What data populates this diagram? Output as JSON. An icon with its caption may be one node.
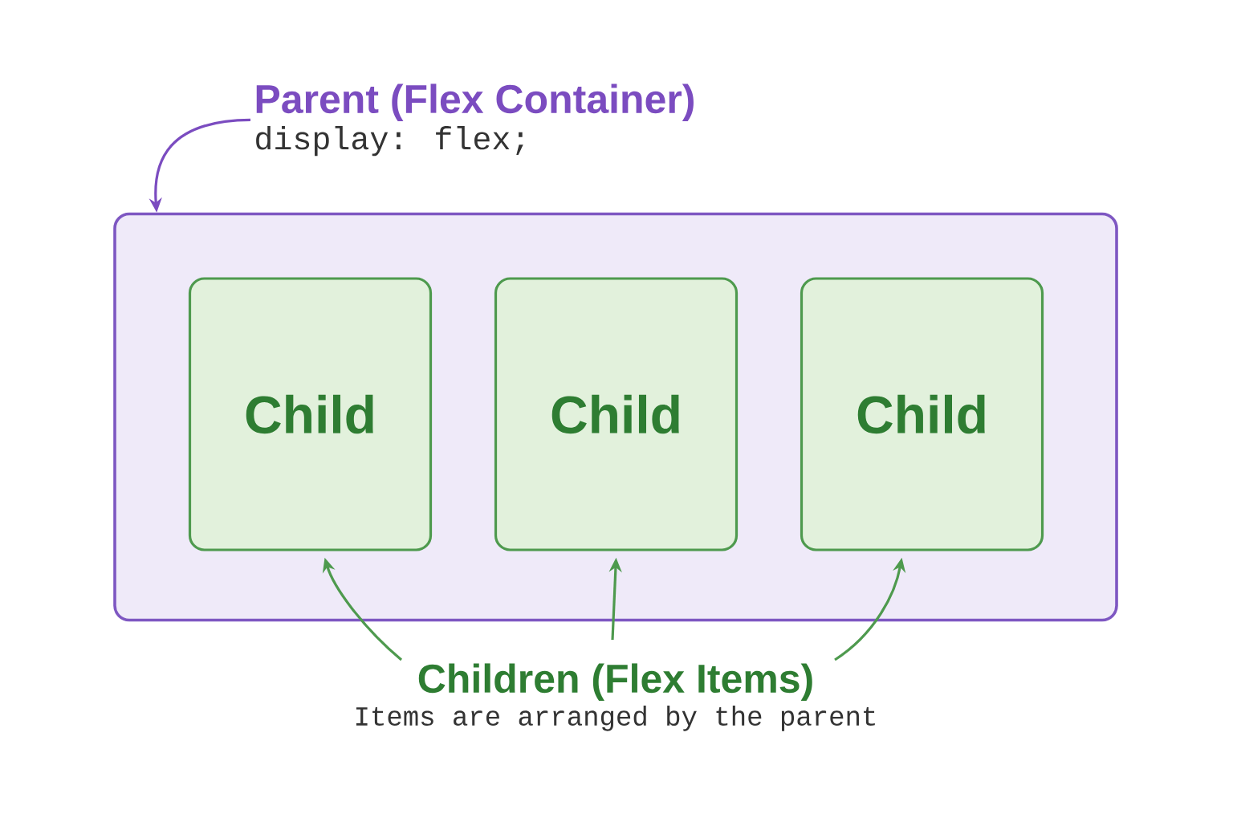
{
  "diagram": {
    "nodes": [
      {
        "text": [
          "Parent (Flex Container)",
          "display: flex;"
        ]
      },
      {
        "text": [],
        "shape": "box"
      },
      {
        "text": [
          "Child"
        ],
        "in": 1
      },
      {
        "text": [
          "Child"
        ],
        "in": 1
      },
      {
        "text": [
          "Child"
        ],
        "in": 1
      },
      {
        "text": [
          "Children (Flex Items)",
          "Items are arranged by the parent"
        ]
      }
    ],
    "edges": [
      {
        "from": 0,
        "to": 1,
        "arrow": "to",
        "color": "#7b4cc0"
      },
      {
        "from": 5,
        "to": 2,
        "arrow": "to"
      },
      {
        "from": 5,
        "to": 3,
        "arrow": "to"
      },
      {
        "from": 5,
        "to": 4,
        "arrow": "to"
      }
    ]
  }
}
